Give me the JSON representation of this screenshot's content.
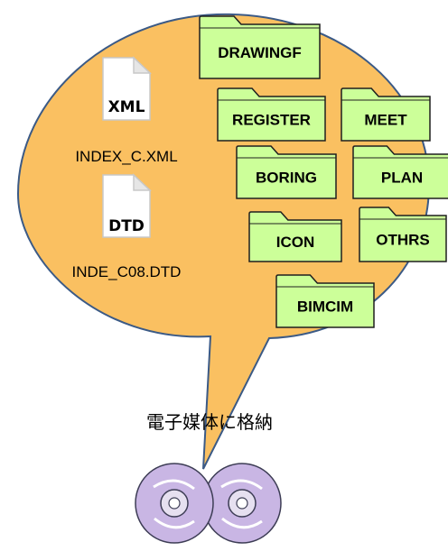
{
  "colors": {
    "bubble_fill": "#FAC061",
    "bubble_stroke": "#3B5A86",
    "folder_fill": "#CCFF99",
    "disc_fill": "#C9B6E4"
  },
  "files": [
    {
      "badge": "XML",
      "name": "INDEX_C.XML",
      "icon": "xml-file-icon"
    },
    {
      "badge": "DTD",
      "name": "INDE_C08.DTD",
      "icon": "dtd-file-icon"
    }
  ],
  "folders": [
    {
      "label": "DRAWINGF"
    },
    {
      "label": "REGISTER"
    },
    {
      "label": "MEET"
    },
    {
      "label": "BORING"
    },
    {
      "label": "PLAN"
    },
    {
      "label": "ICON"
    },
    {
      "label": "OTHRS"
    },
    {
      "label": "BIMCIM"
    }
  ],
  "storage_label": "電子媒体に格納",
  "media_icon": "cd-disc-icon"
}
